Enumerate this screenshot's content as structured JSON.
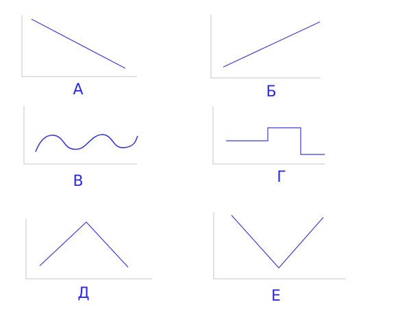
{
  "colors": {
    "curve": "#3a3ad0",
    "axis": "#c4c4c4",
    "label": "#2a2ae0"
  },
  "panels": [
    {
      "label": "А",
      "shape": "decreasing-line"
    },
    {
      "label": "Б",
      "shape": "increasing-line"
    },
    {
      "label": "В",
      "shape": "wave"
    },
    {
      "label": "Г",
      "shape": "step-up-then-down"
    },
    {
      "label": "Д",
      "shape": "peak"
    },
    {
      "label": "Е",
      "shape": "valley"
    }
  ]
}
